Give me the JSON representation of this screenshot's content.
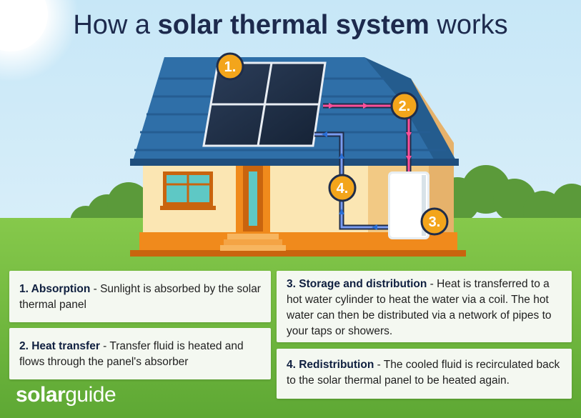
{
  "title": {
    "prefix": "How a ",
    "bold": "solar thermal system",
    "suffix": " works"
  },
  "badges": [
    "1.",
    "2.",
    "3.",
    "4."
  ],
  "cards": [
    {
      "heading": "1. Absorption",
      "text": " - Sunlight is absorbed by the solar thermal panel"
    },
    {
      "heading": "2. Heat transfer",
      "text": " - Transfer fluid is heated and flows through the panel's absorber"
    },
    {
      "heading": "3. Storage and distribution",
      "text": " - Heat is transferred to a hot water cylinder to heat the water via a coil. The hot water can then be distributed via a network of pipes to your taps or showers."
    },
    {
      "heading": "4. Redistribution",
      "text": " - The cooled fluid is recirculated back to the solar thermal panel to be heated again."
    }
  ],
  "logo": {
    "bold": "solar",
    "light": "guide"
  },
  "colors": {
    "sky": "#c9e6f6",
    "grass": "#7cc242",
    "roof": "#2f6fa8",
    "hot_pipe": "#ff4f9a",
    "cold_pipe": "#2a6fd6",
    "badge": "#f3a51b",
    "title": "#1d2a4d"
  }
}
